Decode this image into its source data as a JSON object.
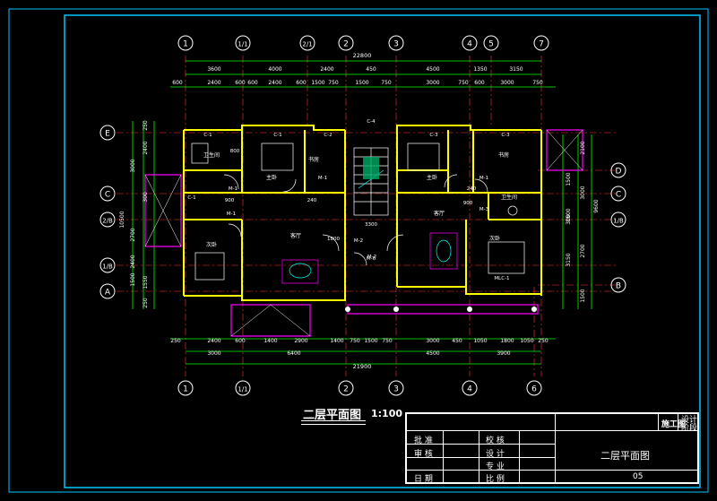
{
  "drawing": {
    "title": "二层平面图",
    "scale": "1:100",
    "colors": {
      "background": "#000000",
      "border": "#00c8ff",
      "dim": "#00ff00",
      "wall": "#ffff00",
      "axis": "#ffffff",
      "text": "#ffffff",
      "accent": "#ff00ff",
      "red": "#ff3333",
      "cyan": "#00ffff"
    },
    "axes_top": [
      "1",
      "1/1",
      "2/1",
      "2",
      "3",
      "4",
      "5",
      "7"
    ],
    "axes_bottom": [
      "1",
      "1/1",
      "2",
      "3",
      "4",
      "6"
    ],
    "axes_left": [
      "E",
      "C",
      "2/B",
      "1/B",
      "A"
    ],
    "axes_right": [
      "D",
      "C",
      "1/B",
      "B"
    ],
    "dims_top_total": "22800",
    "dims_top_row1": [
      "3600",
      "4000",
      "2400",
      "450",
      "4500",
      "1350",
      "3150"
    ],
    "dims_top_row2": [
      "600",
      "2400",
      "600",
      "600",
      "2400",
      "600",
      "1500",
      "750",
      "1500",
      "750",
      "3000",
      "750",
      "600",
      "3000",
      "750"
    ],
    "dims_bottom_row1": [
      "250",
      "2400",
      "600",
      "1400",
      "2900",
      "1400",
      "750",
      "1500",
      "750",
      "3000",
      "450",
      "1050",
      "1800",
      "1050",
      "250"
    ],
    "dims_bottom_row2": [
      "3000",
      "6400",
      "4500",
      "3900"
    ],
    "dims_bottom_total": "21900",
    "dims_left": [
      "250",
      "2400",
      "3000",
      "300",
      "2700",
      "2400",
      "1500",
      "10500",
      "1550",
      "250"
    ],
    "dims_right": [
      "2100",
      "1500",
      "3000",
      "1500",
      "300",
      "9600",
      "2700",
      "3150",
      "1500"
    ],
    "rooms": [
      {
        "label": "卫生间"
      },
      {
        "label": "主卧"
      },
      {
        "label": "书房"
      },
      {
        "label": "主卧"
      },
      {
        "label": "书房"
      },
      {
        "label": "客厅"
      },
      {
        "label": "次卧"
      },
      {
        "label": "客厅"
      },
      {
        "label": "卫生间"
      },
      {
        "label": "次卧"
      }
    ],
    "tags": [
      "C-1",
      "C-1",
      "C-2",
      "C-3",
      "C-3",
      "C-4",
      "M-1",
      "M-1",
      "M-1",
      "M-1",
      "M-2",
      "M-2",
      "M-3",
      "M-6",
      "MLC-1",
      "3300",
      "900",
      "1800",
      "240",
      "800",
      "900",
      "240",
      "C-1"
    ]
  },
  "titleblock": {
    "phase_label": "施工图",
    "phase_right_1": "设计",
    "phase_right_2": "阶段",
    "rows_left": [
      "批 准",
      "审 核",
      "日 期"
    ],
    "rows_mid": [
      "校 核",
      "设 计",
      "专 业",
      "比 例"
    ],
    "sheet_name": "二层平面图",
    "sheet_no": "05"
  }
}
